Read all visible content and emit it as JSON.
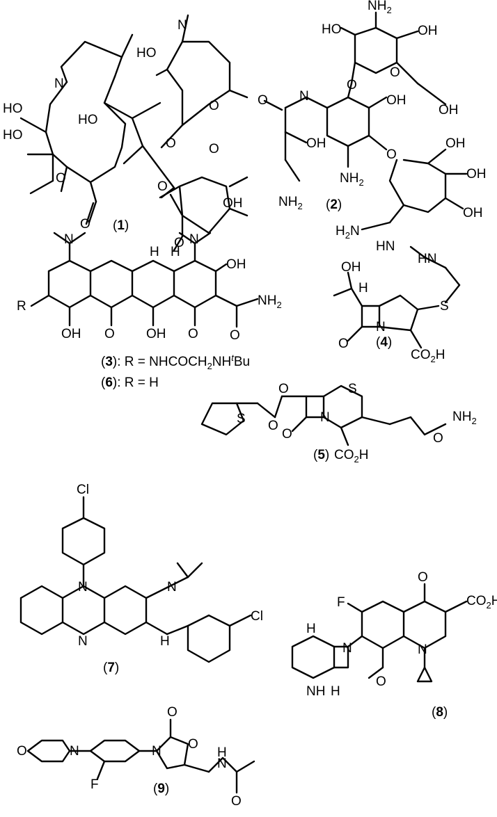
{
  "compounds": [
    {
      "id": "1",
      "label_open": "(",
      "number": "1",
      "label_close": ")"
    },
    {
      "id": "2",
      "label_open": "(",
      "number": "2",
      "label_close": ")"
    },
    {
      "id": "3",
      "label_open": "(",
      "number": "3",
      "label_close": "): R = NHCOCH",
      "label_tail": "2",
      "label_tail2": "NH",
      "label_sup": "t",
      "label_end": "Bu"
    },
    {
      "id": "6",
      "label_open": "(",
      "number": "6",
      "label_close": "): R = H"
    },
    {
      "id": "4",
      "label_open": "(",
      "number": "4",
      "label_close": ")"
    },
    {
      "id": "5",
      "label_open": "(",
      "number": "5",
      "label_close": ")"
    },
    {
      "id": "7",
      "label_open": "(",
      "number": "7",
      "label_close": ")"
    },
    {
      "id": "8",
      "label_open": "(",
      "number": "8",
      "label_close": ")"
    },
    {
      "id": "9",
      "label_open": "(",
      "number": "9",
      "label_close": ")"
    }
  ],
  "atoms": {
    "N": "N",
    "O": "O",
    "S": "S",
    "F": "F",
    "Cl": "Cl",
    "H": "H",
    "R": "R",
    "HO": "HO",
    "OH": "OH",
    "NH": "NH",
    "HN": "HN",
    "NH2": "NH",
    "H2N": "H",
    "CO2H": "CO",
    "sub2": "2"
  }
}
